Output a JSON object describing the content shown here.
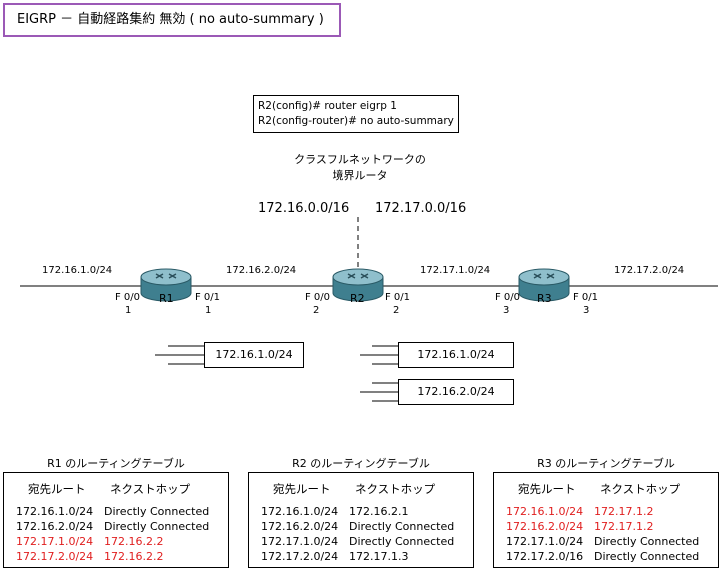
{
  "title": "EIGRP － 自動経路集約 無効 ( no auto-summary )",
  "config": {
    "line1": "R2(config)# router eigrp 1",
    "line2": "R2(config-router)# no auto-summary"
  },
  "boundary_label": {
    "line1": "クラスフルネットワークの",
    "line2": "境界ルータ"
  },
  "summaries": {
    "left": "172.16.0.0/16",
    "right": "172.17.0.0/16"
  },
  "networks": {
    "n1": "172.16.1.0/24",
    "n2": "172.16.2.0/24",
    "n3": "172.17.1.0/24",
    "n4": "172.17.2.0/24"
  },
  "routers": {
    "r1": {
      "name": "R1",
      "if_left": "F 0/0",
      "ip_left": "1",
      "if_right": "F 0/1",
      "ip_right": "1"
    },
    "r2": {
      "name": "R2",
      "if_left": "F 0/0",
      "ip_left": "2",
      "if_right": "F 0/1",
      "ip_right": "2"
    },
    "r3": {
      "name": "R3",
      "if_left": "F 0/0",
      "ip_left": "3",
      "if_right": "F 0/1",
      "ip_right": "3"
    }
  },
  "updates": {
    "r1_to_r2": "172.16.1.0/24",
    "r2_to_r3_a": "172.16.1.0/24",
    "r2_to_r3_b": "172.16.2.0/24"
  },
  "colors": {
    "title_border": "#9b59b6",
    "learned": "#e01e1e",
    "router": "#3f7f8f"
  },
  "tables": [
    {
      "title": "R1 のルーティングテーブル",
      "col1": "宛先ルート",
      "col2": "ネクストホップ",
      "rows": [
        {
          "dest": "172.16.1.0/24",
          "hop": "Directly Connected",
          "learned": false
        },
        {
          "dest": "172.16.2.0/24",
          "hop": "Directly Connected",
          "learned": false
        },
        {
          "dest": "172.17.1.0/24",
          "hop": "172.16.2.2",
          "learned": true
        },
        {
          "dest": "172.17.2.0/24",
          "hop": "172.16.2.2",
          "learned": true
        }
      ]
    },
    {
      "title": "R2 のルーティングテーブル",
      "col1": "宛先ルート",
      "col2": "ネクストホップ",
      "rows": [
        {
          "dest": "172.16.1.0/24",
          "hop": "172.16.2.1",
          "learned": false
        },
        {
          "dest": "172.16.2.0/24",
          "hop": "Directly Connected",
          "learned": false
        },
        {
          "dest": "172.17.1.0/24",
          "hop": "Directly Connected",
          "learned": false
        },
        {
          "dest": "172.17.2.0/24",
          "hop": "172.17.1.3",
          "learned": false
        }
      ]
    },
    {
      "title": "R3 のルーティングテーブル",
      "col1": "宛先ルート",
      "col2": "ネクストホップ",
      "rows": [
        {
          "dest": "172.16.1.0/24",
          "hop": "172.17.1.2",
          "learned": true
        },
        {
          "dest": "172.16.2.0/24",
          "hop": "172.17.1.2",
          "learned": true
        },
        {
          "dest": "172.17.1.0/24",
          "hop": "Directly Connected",
          "learned": false
        },
        {
          "dest": "172.17.2.0/16",
          "hop": "Directly Connected",
          "learned": false
        }
      ]
    }
  ]
}
